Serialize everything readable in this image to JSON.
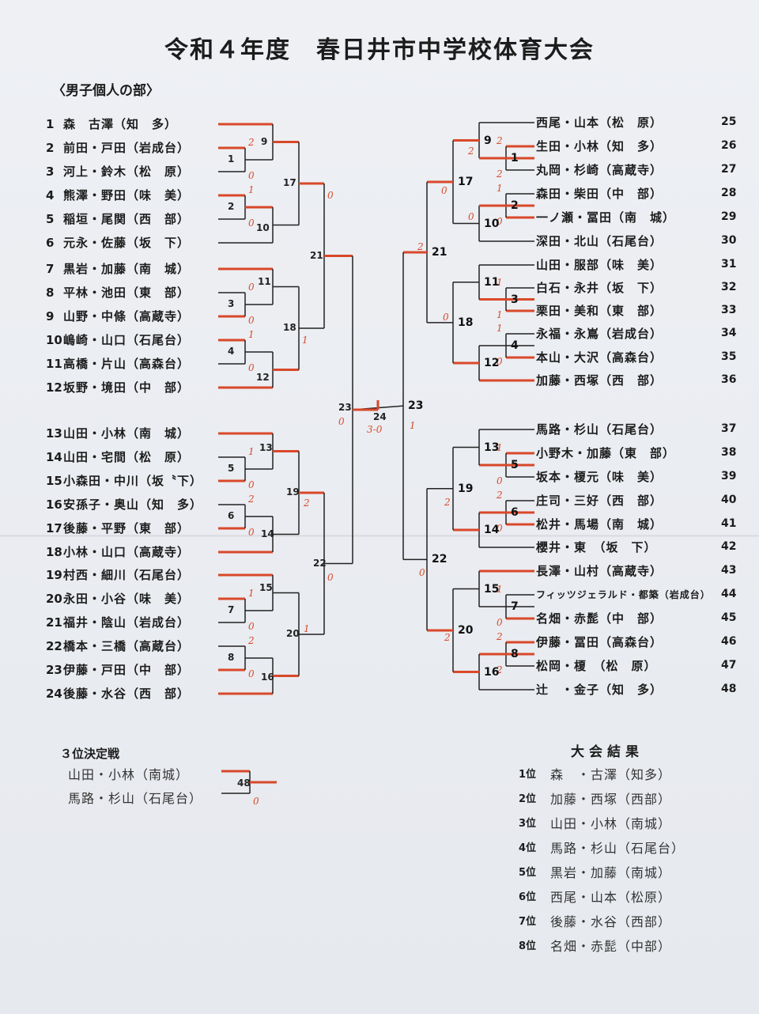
{
  "title": "令和４年度　春日井市中学校体育大会",
  "section": "〈男子個人の部〉",
  "left_players": [
    {
      "num": "1",
      "name": "森　古澤（知　多）"
    },
    {
      "num": "2",
      "name": "前田・戸田（岩成台）"
    },
    {
      "num": "3",
      "name": "河上・鈴木（松　原）"
    },
    {
      "num": "4",
      "name": "熊澤・野田（味　美）"
    },
    {
      "num": "5",
      "name": "稲垣・尾関（西　部）"
    },
    {
      "num": "6",
      "name": "元永・佐藤（坂　下）"
    },
    {
      "num": "7",
      "name": "黒岩・加藤（南　城）"
    },
    {
      "num": "8",
      "name": "平林・池田（東　部）"
    },
    {
      "num": "9",
      "name": "山野・中條（高蔵寺）"
    },
    {
      "num": "10",
      "name": "嶋崎・山口（石尾台）"
    },
    {
      "num": "11",
      "name": "高橋・片山（高森台）"
    },
    {
      "num": "12",
      "name": "坂野・境田（中　部）"
    },
    {
      "num": "13",
      "name": "山田・小林（南　城）"
    },
    {
      "num": "14",
      "name": "山田・宅間（松　原）"
    },
    {
      "num": "15",
      "name": "小森田・中川（坂〝下）"
    },
    {
      "num": "16",
      "name": "安孫子・奥山（知　多）"
    },
    {
      "num": "17",
      "name": "後藤・平野（東　部）"
    },
    {
      "num": "18",
      "name": "小林・山口（高蔵寺）"
    },
    {
      "num": "19",
      "name": "村西・細川（石尾台）"
    },
    {
      "num": "20",
      "name": "永田・小谷（味　美）"
    },
    {
      "num": "21",
      "name": "福井・陰山（岩成台）"
    },
    {
      "num": "22",
      "name": "橋本・三橋（高蔵台）"
    },
    {
      "num": "23",
      "name": "伊藤・戸田（中　部）"
    },
    {
      "num": "24",
      "name": "後藤・水谷（西　部）"
    }
  ],
  "right_players": [
    {
      "num": "25",
      "name": "西尾・山本（松　原）"
    },
    {
      "num": "26",
      "name": "生田・小林（知　多）"
    },
    {
      "num": "27",
      "name": "丸岡・杉崎（高蔵寺）"
    },
    {
      "num": "28",
      "name": "森田・柴田（中　部）"
    },
    {
      "num": "29",
      "name": "一ノ瀬・冨田（南　城）"
    },
    {
      "num": "30",
      "name": "深田・北山（石尾台）"
    },
    {
      "num": "31",
      "name": "山田・服部（味　美）"
    },
    {
      "num": "32",
      "name": "白石・永井（坂　下）"
    },
    {
      "num": "33",
      "name": "栗田・美和（東　部）"
    },
    {
      "num": "34",
      "name": "永福・永嶌（岩成台）"
    },
    {
      "num": "35",
      "name": "本山・大沢（高森台）"
    },
    {
      "num": "36",
      "name": "加藤・西塚（西　部）"
    },
    {
      "num": "37",
      "name": "馬路・杉山（石尾台）"
    },
    {
      "num": "38",
      "name": "小野木・加藤（東　部）"
    },
    {
      "num": "39",
      "name": "坂本・榎元（味　美）"
    },
    {
      "num": "40",
      "name": "庄司・三好（西　部）"
    },
    {
      "num": "41",
      "name": "松井・馬場（南　城）"
    },
    {
      "num": "42",
      "name": "櫻井・東　（坂　下）"
    },
    {
      "num": "43",
      "name": "長澤・山村（高蔵寺）"
    },
    {
      "num": "44",
      "name": "フィッツジェラルド・都築（岩成台）"
    },
    {
      "num": "45",
      "name": "名畑・赤髭（中　部）"
    },
    {
      "num": "46",
      "name": "伊藤・冨田（高森台）"
    },
    {
      "num": "47",
      "name": "松岡・榎　（松　原）"
    },
    {
      "num": "48",
      "name": "辻　・金子（知　多）"
    }
  ],
  "final_score": "3-0",
  "third_place": {
    "title": "３位決定戦",
    "players": [
      "山田・小林（南城）",
      "馬路・杉山（石尾台）"
    ],
    "match_num": "48"
  },
  "results": {
    "title": "大会結果",
    "items": [
      {
        "rank": "1位",
        "name": "森　・古澤（知多）"
      },
      {
        "rank": "2位",
        "name": "加藤・西塚（西部）"
      },
      {
        "rank": "3位",
        "name": "山田・小林（南城）"
      },
      {
        "rank": "4位",
        "name": "馬路・杉山（石尾台）"
      },
      {
        "rank": "5位",
        "name": "黒岩・加藤（南城）"
      },
      {
        "rank": "6位",
        "name": "西尾・山本（松原）"
      },
      {
        "rank": "7位",
        "name": "後藤・水谷（西部）"
      },
      {
        "rank": "8位",
        "name": "名畑・赤髭（中部）"
      }
    ]
  },
  "colors": {
    "winner_line": "#d9482a",
    "bracket_line": "#222222",
    "paper": "#eceef2"
  }
}
